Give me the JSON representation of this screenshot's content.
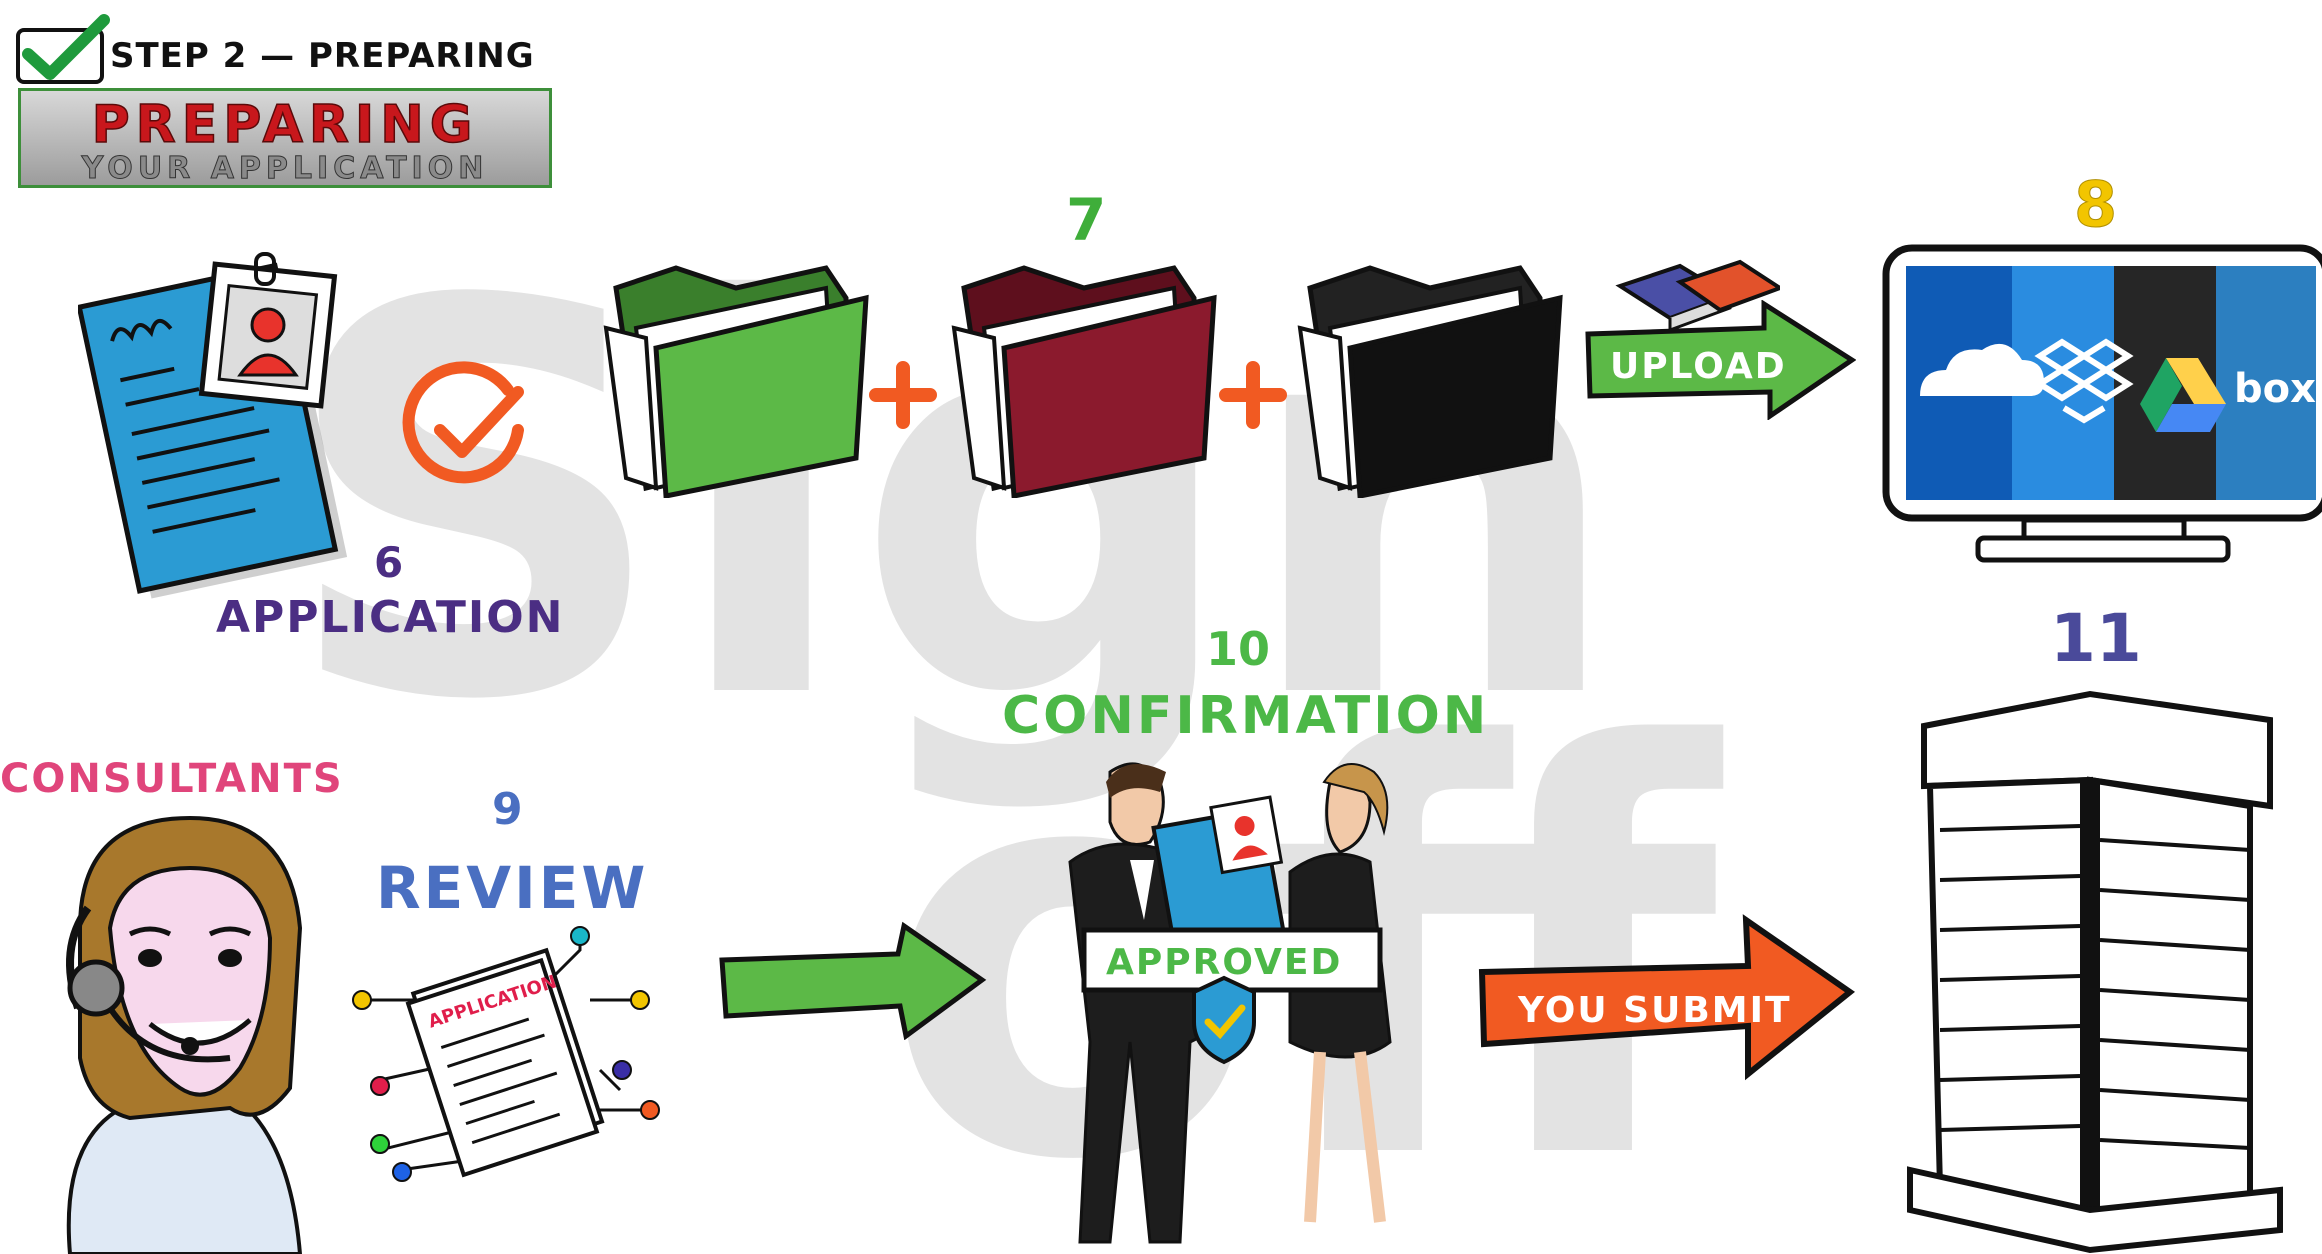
{
  "header": {
    "step_line": "STEP 2  —  PREPARING",
    "banner_top": "PREPARING",
    "banner_bottom": "YOUR APPLICATION"
  },
  "watermark": {
    "text": "Sign off"
  },
  "steps": {
    "application": {
      "number": "6",
      "label": "APPLICATION",
      "color": "#4b2e83"
    },
    "folders": {
      "number": "7",
      "color": "#3fae3a",
      "folder_colors": [
        "#5cb947",
        "#8b1a2d",
        "#111111"
      ]
    },
    "cloud": {
      "number": "8",
      "color": "#f2c500",
      "services": [
        "OneDrive",
        "Dropbox",
        "Google Drive",
        "box"
      ]
    },
    "review": {
      "number": "9",
      "label": "REVIEW",
      "color": "#4a6fc1"
    },
    "consultants": {
      "label": "CONSULTANTS",
      "color": "#e0457b"
    },
    "confirmation": {
      "number": "10",
      "label": "CONFIRMATION",
      "color": "#4cb847"
    },
    "submit_target": {
      "number": "11",
      "color": "#4a4a9a"
    }
  },
  "arrows": {
    "upload": "UPLOAD",
    "submit": "YOU SUBMIT"
  },
  "approved_label": "APPROVED",
  "document_label": "APPLICATION",
  "colors": {
    "green": "#5cb947",
    "orange": "#f15a22",
    "blue_doc": "#2b9bd3"
  }
}
